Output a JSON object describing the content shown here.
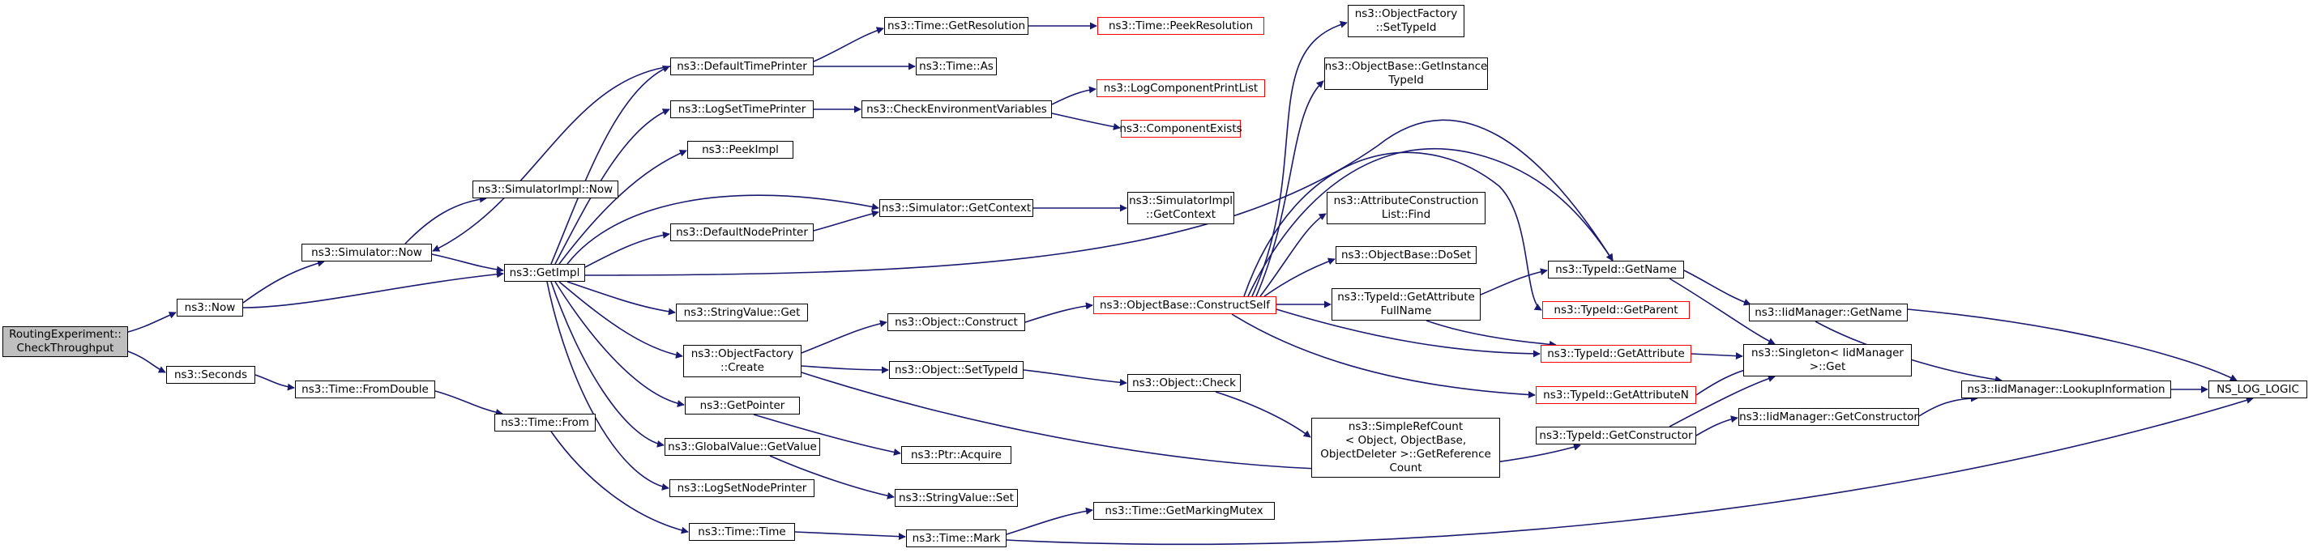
{
  "diagram": {
    "colors": {
      "edge": "#191970",
      "border": "#000000",
      "border_undocumented": "#ff0000",
      "root_fill": "#bfbfbf"
    },
    "nodes": {
      "root": "RoutingExperiment::\nCheckThroughput",
      "now": "ns3::Now",
      "seconds": "ns3::Seconds",
      "sim_now": "ns3::Simulator::Now",
      "simimpl_now": "ns3::SimulatorImpl::Now",
      "getimpl": "ns3::GetImpl",
      "time_fromdouble": "ns3::Time::FromDouble",
      "time_from": "ns3::Time::From",
      "default_time_printer": "ns3::DefaultTimePrinter",
      "log_set_time_printer": "ns3::LogSetTimePrinter",
      "peekimpl": "ns3::PeekImpl",
      "default_node_printer": "ns3::DefaultNodePrinter",
      "stringvalue_get": "ns3::StringValue::Get",
      "objfactory_create": "ns3::ObjectFactory\n::Create",
      "getpointer": "ns3::GetPointer",
      "globalvalue_getvalue": "ns3::GlobalValue::GetValue",
      "log_set_node_printer": "ns3::LogSetNodePrinter",
      "time_time": "ns3::Time::Time",
      "time_getresolution": "ns3::Time::GetResolution",
      "time_as": "ns3::Time::As",
      "check_env_vars": "ns3::CheckEnvironmentVariables",
      "simulator_getcontext": "ns3::Simulator::GetContext",
      "object_construct": "ns3::Object::Construct",
      "object_settypeid": "ns3::Object::SetTypeId",
      "ptr_acquire": "ns3::Ptr::Acquire",
      "stringvalue_set": "ns3::StringValue::Set",
      "time_mark": "ns3::Time::Mark",
      "time_peekresolution": "ns3::Time::PeekResolution",
      "log_component_print_list": "ns3::LogComponentPrintList",
      "component_exists": "ns3::ComponentExists",
      "simimpl_getcontext": "ns3::SimulatorImpl\n::GetContext",
      "objectbase_constructself": "ns3::ObjectBase::ConstructSelf",
      "object_check": "ns3::Object::Check",
      "time_getmarkingmutex": "ns3::Time::GetMarkingMutex",
      "objfactory_settypeid": "ns3::ObjectFactory\n::SetTypeId",
      "objectbase_getinstancetypeid": "ns3::ObjectBase::GetInstance\nTypeId",
      "attr_construction_list_find": "ns3::AttributeConstruction\nList::Find",
      "objectbase_doset": "ns3::ObjectBase::DoSet",
      "typeid_getattributefullname": "ns3::TypeId::GetAttribute\nFullName",
      "simplerefcount_getrefcount": "ns3::SimpleRefCount\n< Object, ObjectBase,\nObjectDeleter >::GetReference\nCount",
      "typeid_getname": "ns3::TypeId::GetName",
      "typeid_getparent": "ns3::TypeId::GetParent",
      "typeid_getattribute": "ns3::TypeId::GetAttribute",
      "typeid_getattributen": "ns3::TypeId::GetAttributeN",
      "typeid_getconstructor": "ns3::TypeId::GetConstructor",
      "iidmanager_getname": "ns3::IidManager::GetName",
      "singleton_get": "ns3::Singleton< IidManager\n>::Get",
      "iidmanager_getconstructor": "ns3::IidManager::GetConstructor",
      "iidmanager_lookupinformation": "ns3::IidManager::LookupInformation",
      "ns_log_logic": "NS_LOG_LOGIC"
    }
  }
}
